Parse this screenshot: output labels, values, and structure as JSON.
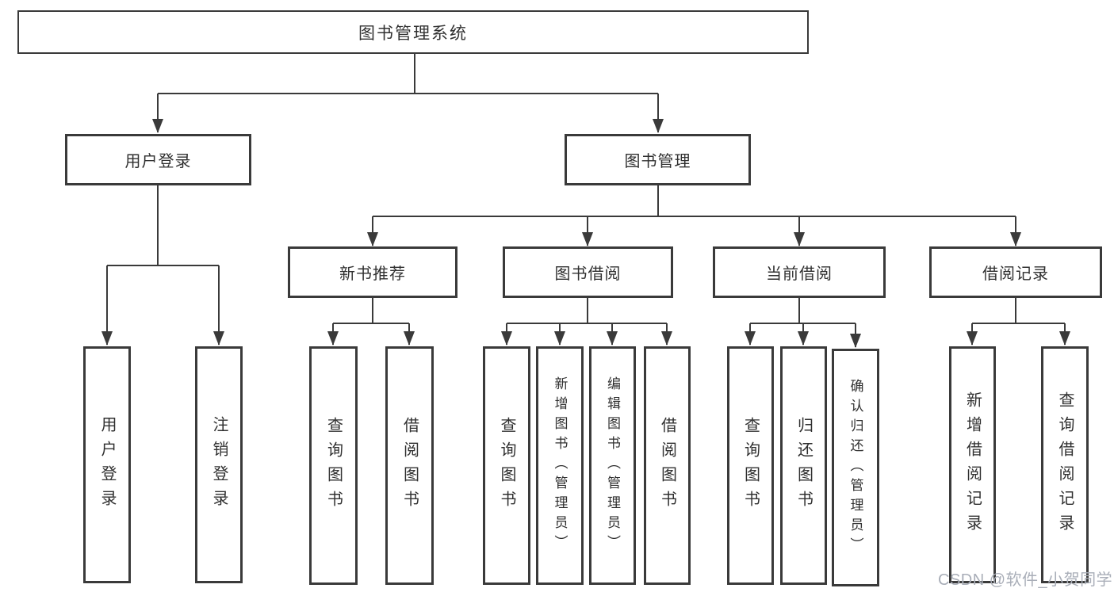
{
  "diagram": {
    "root": "图书管理系统",
    "level2": [
      {
        "label": "用户登录",
        "children": [
          "用户登录",
          "注销登录"
        ]
      },
      {
        "label": "图书管理",
        "children": [
          {
            "label": "新书推荐",
            "children": [
              "查询图书",
              "借阅图书"
            ]
          },
          {
            "label": "图书借阅",
            "children": [
              "查询图书",
              "新增图书（管理员）",
              "编辑图书（管理员）",
              "借阅图书"
            ]
          },
          {
            "label": "当前借阅",
            "children": [
              "查询图书",
              "归还图书",
              "确认归还（管理员）"
            ]
          },
          {
            "label": "借阅记录",
            "children": [
              "新增借阅记录",
              "查询借阅记录"
            ]
          }
        ]
      }
    ]
  },
  "watermark": {
    "text": "CSDN @软件_小贺同学"
  },
  "colors": {
    "line": "#3a3a3a",
    "text": "#303030",
    "watermark_text": "#a9aeb8",
    "background": "#ffffff"
  }
}
